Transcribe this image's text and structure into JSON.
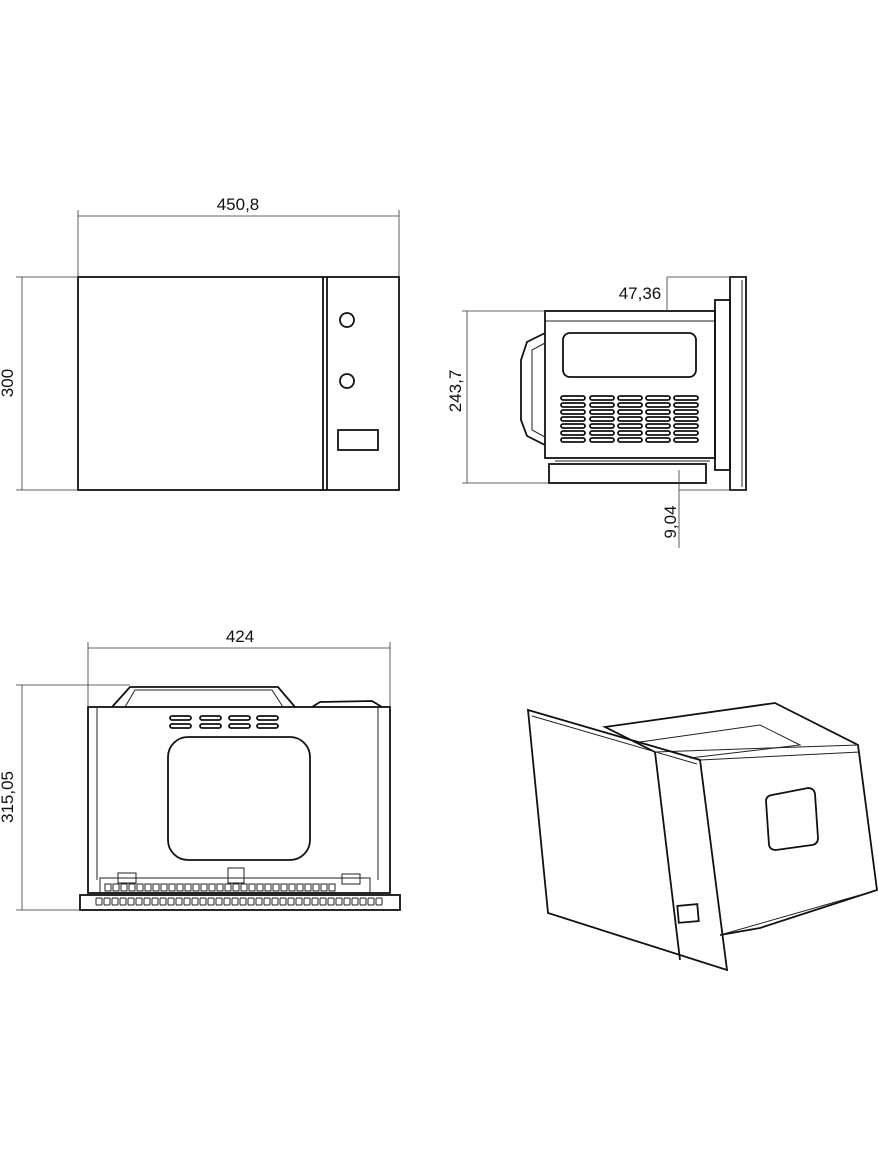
{
  "front_view": {
    "width_label": "450,8",
    "height_label": "300"
  },
  "side_view": {
    "top_offset_label": "47,36",
    "height_label": "243,7",
    "bottom_offset_label": "9,04"
  },
  "top_view": {
    "width_label": "424",
    "depth_label": "315,05"
  },
  "colors": {
    "line": "#111111",
    "background": "#ffffff"
  }
}
